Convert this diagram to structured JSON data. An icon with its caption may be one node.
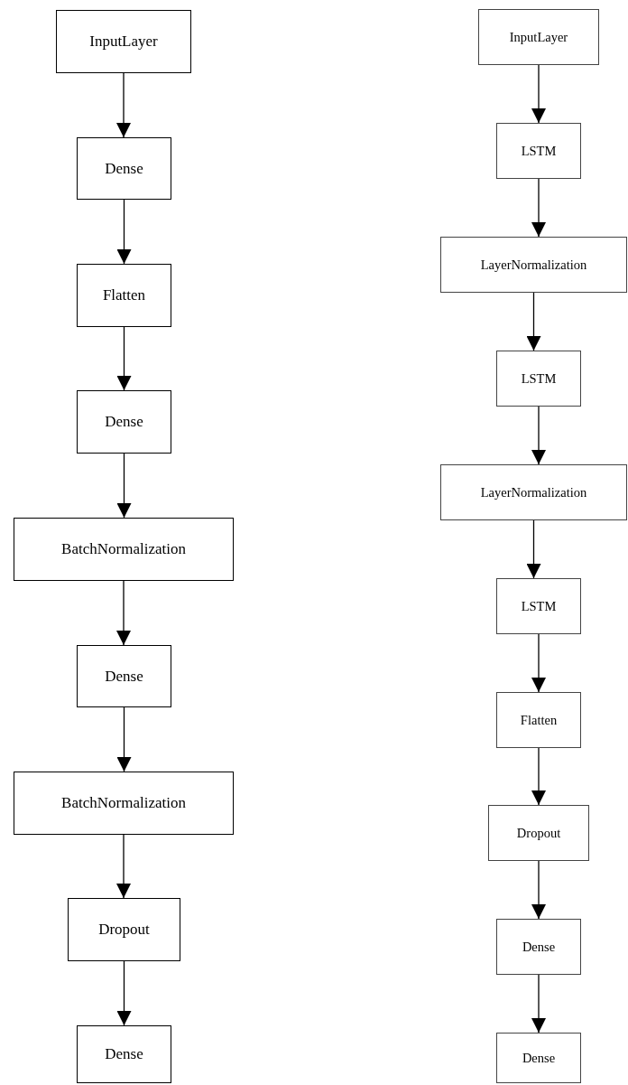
{
  "diagram": {
    "nodes": [
      {
        "text": [
          "InputLayer"
        ]
      },
      {
        "text": [
          "Dense"
        ]
      },
      {
        "text": [
          "Flatten"
        ]
      },
      {
        "text": [
          "Dense"
        ]
      },
      {
        "text": [
          "BatchNormalization"
        ]
      },
      {
        "text": [
          "Dense"
        ]
      },
      {
        "text": [
          "BatchNormalization"
        ]
      },
      {
        "text": [
          "Dropout"
        ]
      },
      {
        "text": [
          "Dense"
        ]
      },
      {
        "text": [
          "InputLayer"
        ]
      },
      {
        "text": [
          "LSTM"
        ]
      },
      {
        "text": [
          "LayerNormalization"
        ]
      },
      {
        "text": [
          "LSTM"
        ]
      },
      {
        "text": [
          "LayerNormalization"
        ]
      },
      {
        "text": [
          "LSTM"
        ]
      },
      {
        "text": [
          "Flatten"
        ]
      },
      {
        "text": [
          "Dropout"
        ]
      },
      {
        "text": [
          "Dense"
        ]
      },
      {
        "text": [
          "Dense"
        ]
      }
    ],
    "edges": [
      {
        "from": 0,
        "to": 1,
        "arrow": "to"
      },
      {
        "from": 1,
        "to": 2,
        "arrow": "to"
      },
      {
        "from": 2,
        "to": 3,
        "arrow": "to"
      },
      {
        "from": 3,
        "to": 4,
        "arrow": "to"
      },
      {
        "from": 4,
        "to": 5,
        "arrow": "to"
      },
      {
        "from": 5,
        "to": 6,
        "arrow": "to"
      },
      {
        "from": 6,
        "to": 7,
        "arrow": "to"
      },
      {
        "from": 7,
        "to": 8,
        "arrow": "to"
      },
      {
        "from": 9,
        "to": 10,
        "arrow": "to"
      },
      {
        "from": 10,
        "to": 11,
        "arrow": "to"
      },
      {
        "from": 11,
        "to": 12,
        "arrow": "to"
      },
      {
        "from": 12,
        "to": 13,
        "arrow": "to"
      },
      {
        "from": 13,
        "to": 14,
        "arrow": "to"
      },
      {
        "from": 14,
        "to": 15,
        "arrow": "to"
      },
      {
        "from": 15,
        "to": 16,
        "arrow": "to"
      },
      {
        "from": 16,
        "to": 17,
        "arrow": "to"
      },
      {
        "from": 17,
        "to": 18,
        "arrow": "to"
      }
    ]
  }
}
